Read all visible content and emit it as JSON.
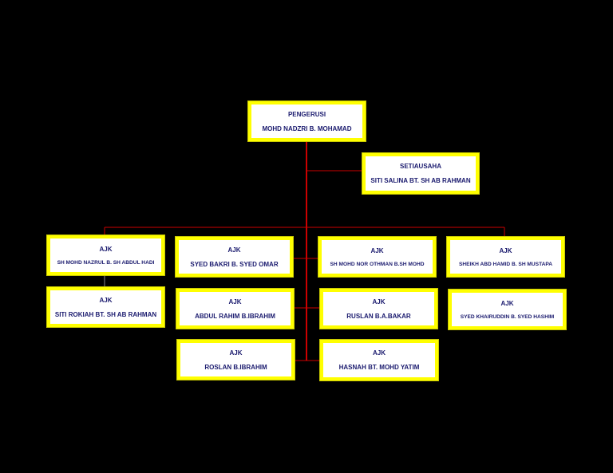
{
  "colors": {
    "background": "#000000",
    "box_fill": "#ffffff",
    "box_border": "#ffff00",
    "connector": "#cc0000",
    "text": "#1a1a6e"
  },
  "chairman": {
    "role": "PENGERUSI",
    "name": "MOHD NADZRI B. MOHAMAD"
  },
  "secretary": {
    "role": "SETIAUSAHA",
    "name": "SITI SALINA BT. SH AB RAHMAN"
  },
  "members": [
    {
      "role": "AJK",
      "name": "SH MOHD NAZRUL B. SH ABDUL HADI"
    },
    {
      "role": "AJK",
      "name": "SYED BAKRI B. SYED OMAR"
    },
    {
      "role": "AJK",
      "name": "SH MOHD NOR OTHMAN B.SH MOHD"
    },
    {
      "role": "AJK",
      "name": "SHEIKH ABD HAMID B. SH MUSTAPA"
    },
    {
      "role": "AJK",
      "name": "SITI ROKIAH BT. SH AB RAHMAN"
    },
    {
      "role": "AJK",
      "name": "ABDUL RAHIM B.IBRAHIM"
    },
    {
      "role": "AJK",
      "name": "RUSLAN B.A.BAKAR"
    },
    {
      "role": "AJK",
      "name": "SYED KHAIRUDDIN B. SYED HASHIM"
    },
    {
      "role": "AJK",
      "name": "ROSLAN B.IBRAHIM"
    },
    {
      "role": "AJK",
      "name": "HASNAH BT. MOHD YATIM"
    }
  ]
}
